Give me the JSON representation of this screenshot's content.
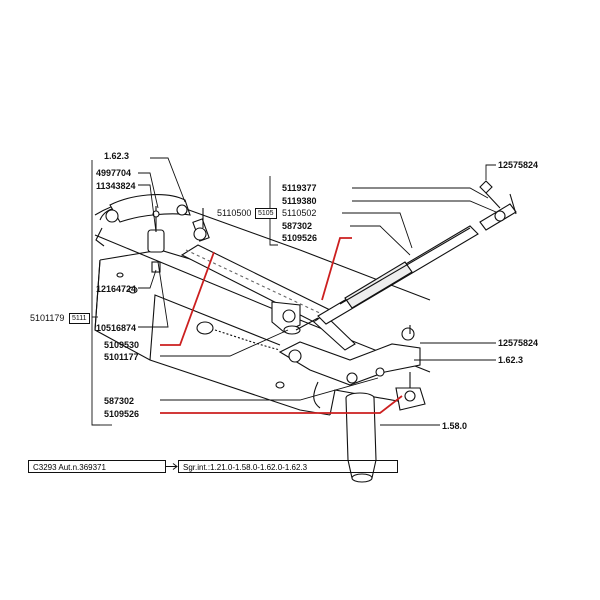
{
  "parts": {
    "p_1_62_3_top": "1.62.3",
    "p_4997704": "4997704",
    "p_11343824": "11343824",
    "p_5101179": "5101179",
    "p_12164724": "12164724",
    "p_10516874": "10516874",
    "p_5109530": "5109530",
    "p_5101177": "5101177",
    "p_587302_bottom": "587302",
    "p_5109526_bottom": "5109526",
    "p_5110500": "5110500",
    "p_5119377": "5119377",
    "p_5119380": "5119380",
    "p_5110502": "5110502",
    "p_587302_top": "587302",
    "p_5109526_top": "5109526",
    "p_12575824_top": "12575824",
    "p_12575824_right": "12575824",
    "p_1_62_3_right": "1.62.3",
    "p_1_58_0": "1.58.0"
  },
  "boxes": {
    "box_5111": "5111",
    "box_5105": "5105"
  },
  "footer": {
    "left_code": "C3293 Aut.n.369371",
    "right_ref": "Sgr.int.:1.21.0-1.58.0-1.62.0-1.62.3"
  },
  "colors": {
    "line": "#111111",
    "highlight": "#cc1f1f",
    "shade": "#9a9a9a",
    "fill": "#ffffff"
  }
}
